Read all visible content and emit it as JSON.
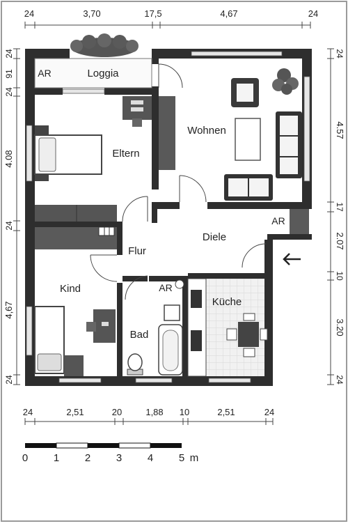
{
  "rooms": {
    "ar_loggia": "AR",
    "loggia": "Loggia",
    "wohnen": "Wohnen",
    "eltern": "Eltern",
    "ar_right": "AR",
    "diele": "Diele",
    "flur": "Flur",
    "ar_bad": "AR",
    "kueche": "Küche",
    "kind": "Kind",
    "bad": "Bad"
  },
  "dimensions": {
    "top": [
      "24",
      "3,70",
      "17,5",
      "4,67",
      "24"
    ],
    "bottom": [
      "24",
      "2,51",
      "20",
      "1,88",
      "10",
      "2,51",
      "24"
    ],
    "left": [
      "24",
      "91",
      "24",
      "4.08",
      "24",
      "4,67",
      "24"
    ],
    "right": [
      "24",
      "4.57",
      "17",
      "2.07",
      "10",
      "3.20",
      "24"
    ]
  },
  "scale": {
    "labels": [
      "0",
      "1",
      "2",
      "3",
      "4",
      "5"
    ],
    "unit": "m"
  }
}
